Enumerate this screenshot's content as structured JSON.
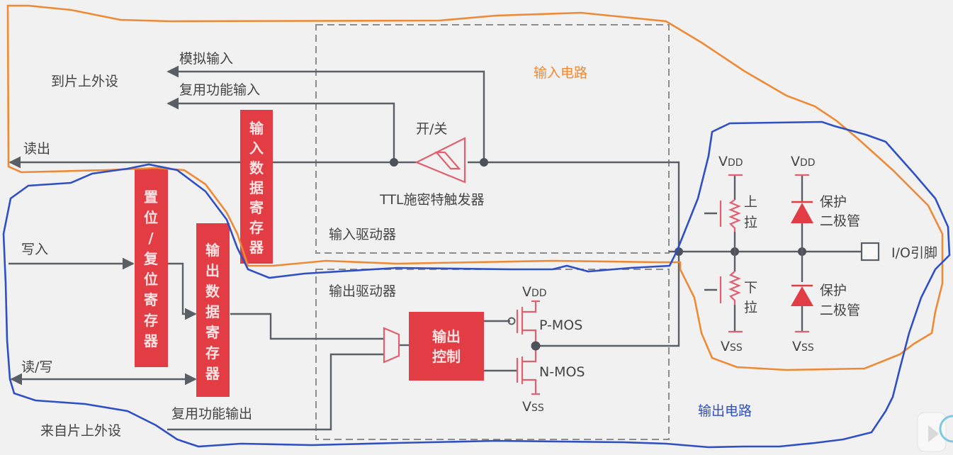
{
  "diagram": {
    "title": "GPIO 结构框图",
    "regions": {
      "input_circuit": "输入电路",
      "output_circuit": "输出电路",
      "input_driver": "输入驱动器",
      "output_driver": "输出驱动器"
    },
    "left_labels": {
      "to_peripheral": "到片上外设",
      "analog_input": "模拟输入",
      "alt_func_input": "复用功能输入",
      "read_out": "读出",
      "write_in": "写入",
      "read_write": "读/写",
      "alt_func_output": "复用功能输出",
      "from_peripheral": "来自片上外设"
    },
    "registers": {
      "input_data": [
        "输",
        "入",
        "数",
        "据",
        "寄",
        "存",
        "器"
      ],
      "bit_set_reset": [
        "置",
        "位",
        "/",
        "复",
        "位",
        "寄",
        "存",
        "器"
      ],
      "output_data": [
        "输",
        "出",
        "数",
        "据",
        "寄",
        "存",
        "器"
      ],
      "output_control": [
        "输出",
        "控制"
      ]
    },
    "schmitt": {
      "switch_label": "开/关",
      "name": "TTL施密特触发器"
    },
    "mos": {
      "vdd": "V",
      "vdd_sub": "DD",
      "vss": "V",
      "vss_sub": "SS",
      "pmos": "P-MOS",
      "nmos": "N-MOS"
    },
    "pin_section": {
      "pull_up": [
        "上",
        "拉"
      ],
      "pull_down": [
        "下",
        "拉"
      ],
      "protect_diode": [
        "保护",
        "二极管"
      ],
      "io_pin": "I/O引脚"
    },
    "colors": {
      "register_red": "#e23c44",
      "wire_gray": "#5a5f66",
      "input_outline_orange": "#ee8a35",
      "output_outline_blue": "#2f4fc4"
    }
  }
}
